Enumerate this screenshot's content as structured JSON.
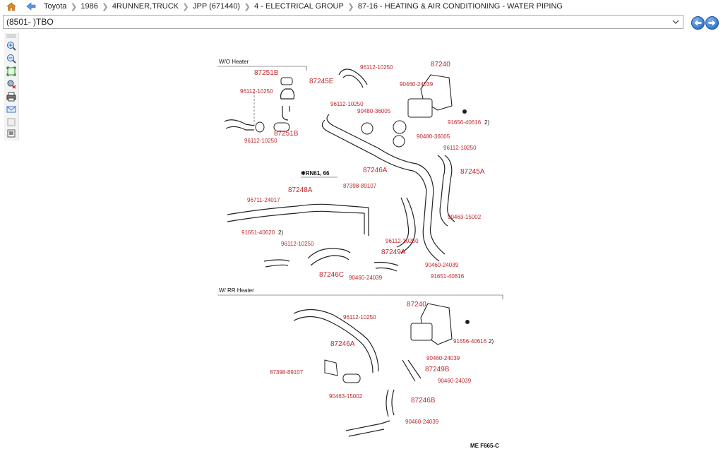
{
  "breadcrumb": {
    "items": [
      "Toyota",
      "1986",
      "4RUNNER,TRUCK",
      "JPP (671440)",
      "4 - ELECTRICAL GROUP",
      "87-16 - HEATING & AIR CONDITIONING - WATER PIPING"
    ]
  },
  "selector": {
    "value": "(8501- )TBO"
  },
  "icons": {
    "home": "home-icon",
    "back": "back-arrow-icon",
    "prev": "previous-icon",
    "next": "next-icon",
    "zoom_in": "zoom-in-icon",
    "zoom_out": "zoom-out-icon",
    "fit": "fit-icon",
    "locate": "locate-icon",
    "print": "print-icon",
    "email": "email-icon",
    "blank": "blank-icon",
    "overview": "overview-icon"
  },
  "colors": {
    "label_red": "#c0282d",
    "nav_blue": "#1f5fbf",
    "home_orange": "#e08a1e"
  },
  "diagram": {
    "section_wo": "W/O Heater",
    "section_rr": "W/ RR Heater",
    "rn_note": "✱RN61, 66",
    "code": "ME  F665-C",
    "labels": {
      "p87251B_top": "87251B",
      "p96112_left_top": "96112-10250",
      "p87251B_bottom": "87251B",
      "p96112_left_bot": "96112-10250",
      "p87245E": "87245E",
      "p96112_top": "96112-10250",
      "p90460_top": "90460-24039",
      "p87240_top": "87240",
      "p96112_mid": "96112-10250",
      "p90480_a": "90480-36005",
      "p91656_top": "91656-40616",
      "p2_top": "2)",
      "p90480_b": "90480-36005",
      "p96112_right": "96112-10250",
      "p87246A_top": "87246A",
      "p87245A": "87245A",
      "p87398_top": "87398-89107",
      "p87248A": "87248A",
      "p96711": "96711-24017",
      "p90463_top": "90463-15002",
      "p91651_left": "91651-40620",
      "p2_mid": "2)",
      "p96112_lower": "96112-10250",
      "p96112_center": "96112-10250",
      "p87249A": "87249A",
      "p90460_center": "90460-24039",
      "p87246C": "87246C",
      "p90460_low": "90460-24039",
      "p91651_right": "91651-40816",
      "p96112_rr": "96112-10250",
      "p87240_rr": "87240",
      "p91656_rr": "91656-40616",
      "p2_rr": "2)",
      "p87246A_rr": "87246A",
      "p87398_rr": "87398-89107",
      "p90460_rr1": "90460-24039",
      "p87249B": "87249B",
      "p90460_rr2": "90460-24039",
      "p90463_rr": "90463-15002",
      "p87246B": "87246B",
      "p90460_rr3": "90460-24039"
    }
  }
}
